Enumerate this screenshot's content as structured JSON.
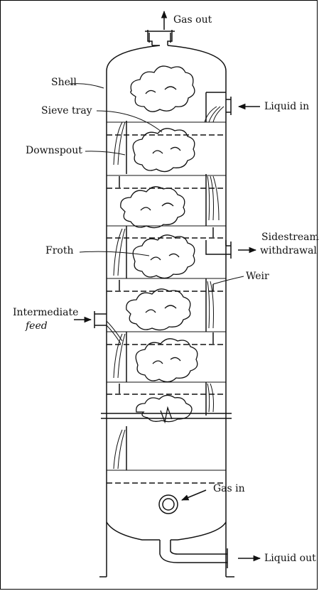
{
  "labels": {
    "gas_out": "Gas out",
    "shell": "Shell",
    "liquid_in": "Liquid in",
    "sieve_tray": "Sieve tray",
    "downspout": "Downspout",
    "sidestream_1": "Sidestream",
    "sidestream_2": "withdrawal",
    "froth": "Froth",
    "weir": "Weir",
    "intermediate_1": "Intermediate",
    "intermediate_2": "feed",
    "gas_in": "Gas in",
    "liquid_out": "Liquid out"
  },
  "colors": {
    "ink": "#111111",
    "paper": "#ffffff"
  }
}
